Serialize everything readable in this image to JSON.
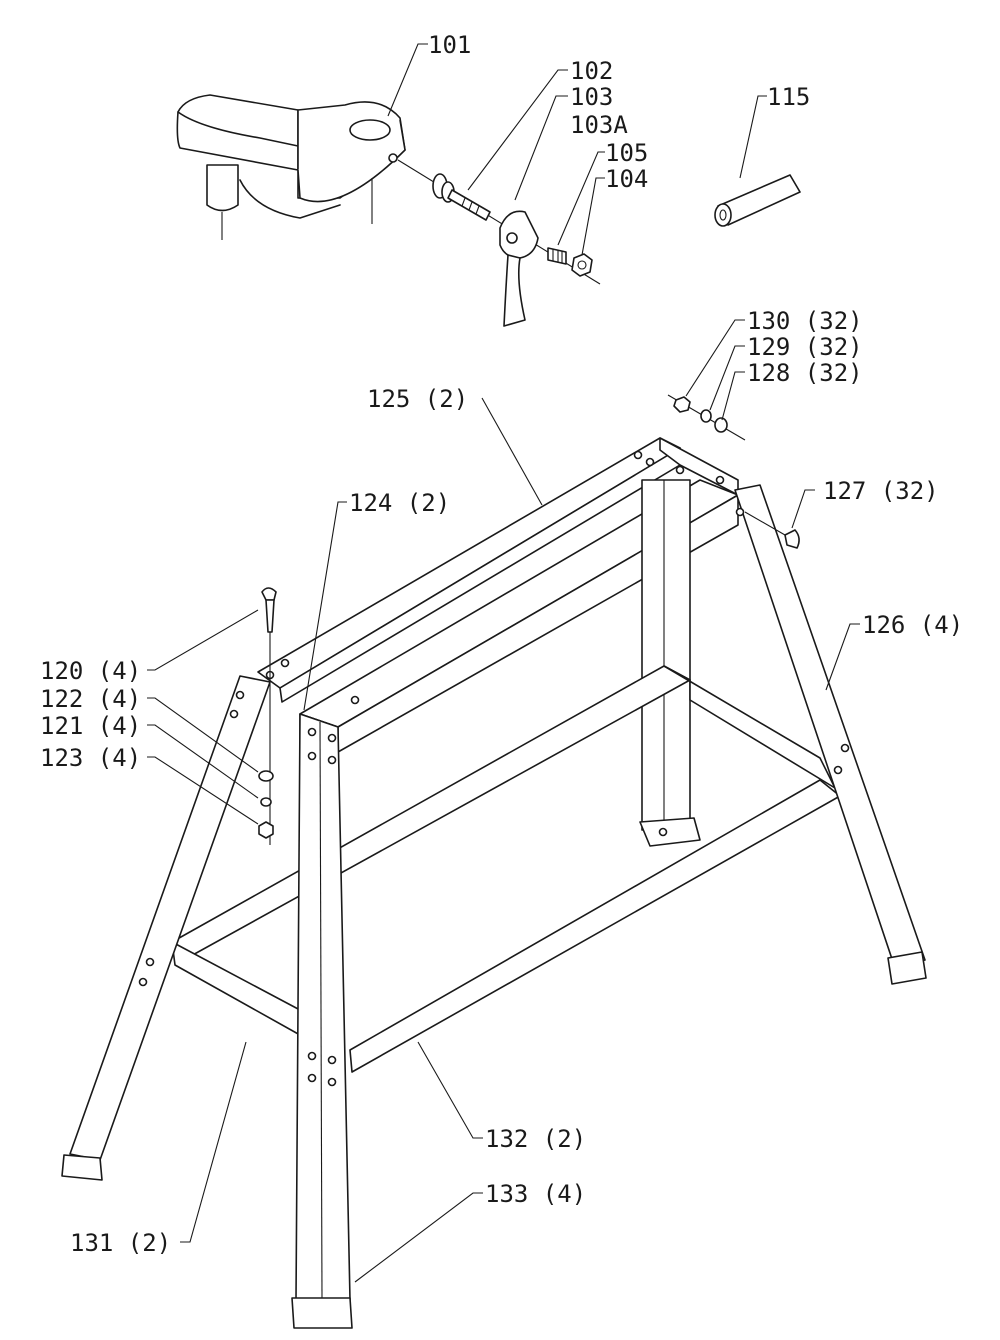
{
  "callouts": [
    {
      "id": "101",
      "text": "101"
    },
    {
      "id": "102",
      "text": "102"
    },
    {
      "id": "103",
      "text": "103"
    },
    {
      "id": "103A",
      "text": "103A"
    },
    {
      "id": "105",
      "text": "105"
    },
    {
      "id": "104",
      "text": "104"
    },
    {
      "id": "115",
      "text": "115"
    },
    {
      "id": "130",
      "text": "130 (32)"
    },
    {
      "id": "129",
      "text": "129 (32)"
    },
    {
      "id": "128",
      "text": "128 (32)"
    },
    {
      "id": "125",
      "text": "125 (2)"
    },
    {
      "id": "127",
      "text": "127 (32)"
    },
    {
      "id": "124",
      "text": "124 (2)"
    },
    {
      "id": "126",
      "text": "126 (4)"
    },
    {
      "id": "120",
      "text": "120 (4)"
    },
    {
      "id": "122",
      "text": "122 (4)"
    },
    {
      "id": "121",
      "text": "121 (4)"
    },
    {
      "id": "123",
      "text": "123 (4)"
    },
    {
      "id": "132",
      "text": "132 (2)"
    },
    {
      "id": "133",
      "text": "133 (4)"
    },
    {
      "id": "131",
      "text": "131 (2)"
    }
  ]
}
